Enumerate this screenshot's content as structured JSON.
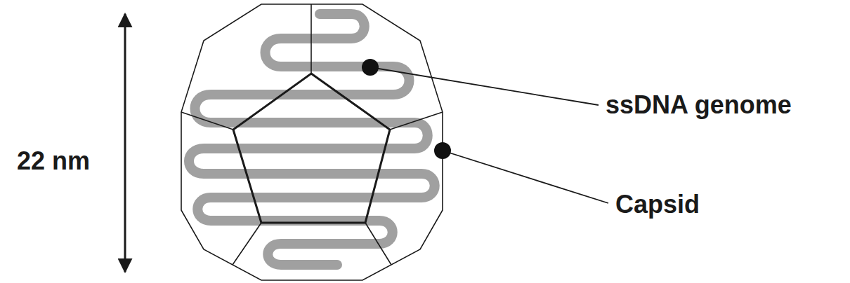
{
  "diagram": {
    "labels": [
      "22 nm",
      "ssDNA genome",
      "Capsid"
    ]
  }
}
